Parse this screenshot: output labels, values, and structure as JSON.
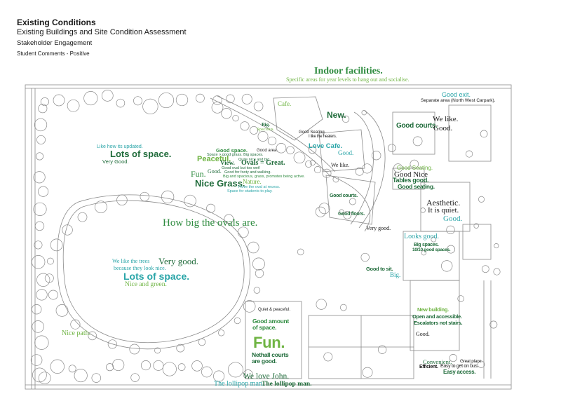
{
  "header": {
    "title": "Existing Conditions",
    "subtitle": "Existing Buildings and Site Condition Assessment",
    "section": "Stakeholder Engagement",
    "category": "Student Comments - Positive"
  },
  "colors": {
    "dark_green": "#1f6b3a",
    "mid_green": "#2e8b3f",
    "light_green": "#6fb443",
    "teal": "#2aa5a8",
    "map_line": "#8a8a8a"
  },
  "top_comments": {
    "indoor": "Indoor facilities.",
    "areas": "Specific areas for year levels to hang out and socialise."
  },
  "comments": {
    "like_updated": "Like how its updated.",
    "lots_space_1": "Lots of space.",
    "very_good_1": "Very Good.",
    "good_space": "Good space.",
    "good_area": "Good area.",
    "space_grass": "Space > good grass. Big spaces.",
    "peaceful": "Peaceful.",
    "quite_nice": "Quite nice and big.",
    "view": "View.",
    "ovals_great": "Ovals = Great.",
    "good_oval": "Good oval but too wet!",
    "good_footy": "Good for footy and walking.",
    "fun_1": "Fun.",
    "good_1": "Good.",
    "big_spacious": "Big and spacious, grass, promotes being active.",
    "nature": "Nature.",
    "nice_grass": "Nice Grass.",
    "love_oval": "I love the oval at recess.",
    "space_play": "Space for students to play.",
    "cafe": "Cafe.",
    "big": "Big.",
    "spacious": "Spacious.",
    "new": "New.",
    "love_cafe": "Love Cafe.",
    "good_2": "Good.",
    "we_like_1": "We like.",
    "good_seating": "Good Seating.",
    "like_heaters": "I like the heaters.",
    "how_big_ovals": "How big the ovals are.",
    "good_exit": "Good exit.",
    "separate_area": "Separate area (North West Carpark).",
    "good_courts_1": "Good courts.",
    "we_like_2": "We like.",
    "good_3": "Good.",
    "good_seating_2": "Good Seating.",
    "good_nice": "Good Nice",
    "tables_good": "Tables good.",
    "good_seating_3": "Good seating.",
    "aesthetic": "Aesthetic.",
    "quiet": "It is quiet.",
    "good_4": "Good.",
    "good_courts_2": "Good courts.",
    "good_floors": "Good floors.",
    "very_good_2": "Very good.",
    "good_to_sit": "Good to sit.",
    "big_2": "Big.",
    "looks_good": "Looks good.",
    "big_spaces": "Big spaces.",
    "good_spaces": "10/10 good spaces.",
    "we_like_trees": "We like the trees",
    "very_good_3": "Very good.",
    "look_nice": "because they look nice.",
    "lots_space_2": "Lots of space.",
    "nice_green": "Nice and green.",
    "quiet_peaceful": "Quiet & peaceful.",
    "good_amount": "Good amount of space.",
    "fun_2": "Fun.",
    "netball": "Nethall courts are good.",
    "nice_path": "Nice path.",
    "love_john": "We love John.",
    "lollipop_1": "The lollipop man.",
    "lollipop_2": "The lollipop man.",
    "new_building": "New building.",
    "escalators": "Escalators not stairs.",
    "open_accessible": "Open and accessible.",
    "good_5": "Good.",
    "convenient": "Convenient.",
    "great_place": "Great place.",
    "easy_bus": "Easy to get on bus.",
    "efficient": "Efficient.",
    "easy_access": "Easy access."
  }
}
